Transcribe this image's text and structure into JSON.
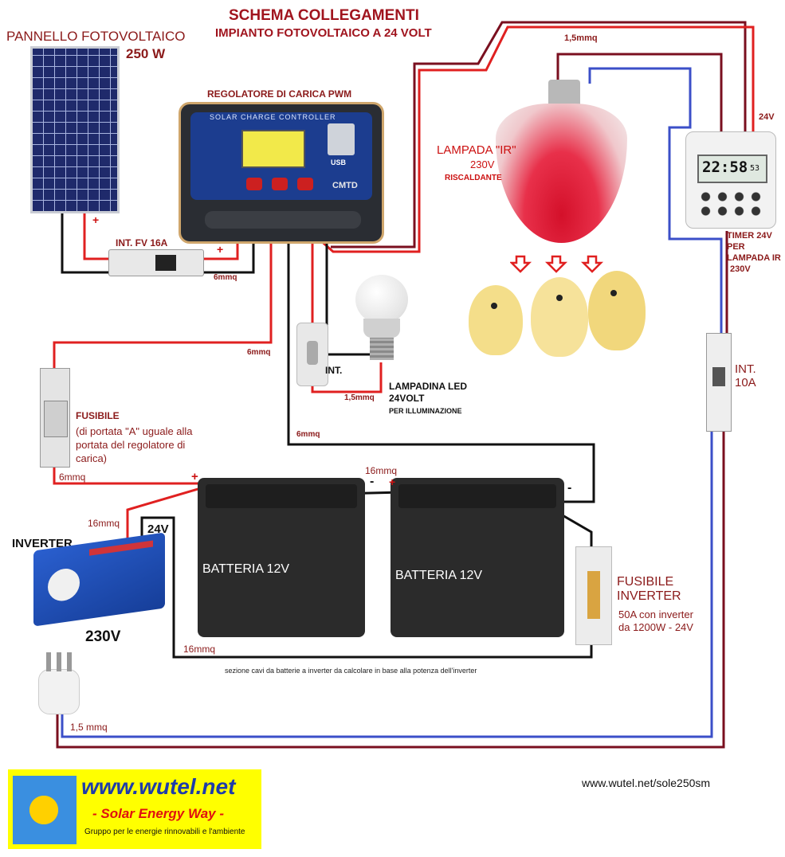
{
  "title": {
    "line1": "SCHEMA COLLEGAMENTI",
    "line2": "IMPIANTO FOTOVOLTAICO A 24 VOLT"
  },
  "panel": {
    "label": "PANNELLO FOTOVOLTAICO",
    "power": "250 W"
  },
  "controller": {
    "label": "REGOLATORE DI CARICA PWM",
    "screen_title": "SOLAR CHARGE CONTROLLER",
    "brand": "CMTD",
    "usb": "USB"
  },
  "switch_pv": {
    "label": "INT. FV 16A"
  },
  "lamp_ir": {
    "label": "LAMPADA \"IR\"",
    "voltage": "230V",
    "desc": "RISCALDANTE"
  },
  "timer": {
    "voltage": "24V",
    "label1": "TIMER 24V",
    "label2": "PER",
    "label3": "LAMPADA IR",
    "label4": "230V",
    "display": "22:58",
    "display_sec": "53"
  },
  "breaker": {
    "label1": "INT.",
    "label2": "10A"
  },
  "led": {
    "label1": "LAMPADINA LED",
    "label2": "24VOLT",
    "label3": "PER ILLUMINAZIONE"
  },
  "int_switch": {
    "label": "INT."
  },
  "fuse": {
    "label": "FUSIBILE",
    "desc1": "(di portata \"A\" uguale alla",
    "desc2": "portata del regolatore di",
    "desc3": "carica)"
  },
  "inverter": {
    "label": "INVERTER",
    "in_voltage": "24V",
    "out_voltage": "230V"
  },
  "batteries": [
    {
      "label": "BATTERIA 12V"
    },
    {
      "label": "BATTERIA 12V"
    }
  ],
  "fuse_inverter": {
    "label1": "FUSIBILE",
    "label2": "INVERTER",
    "desc1": "50A con inverter",
    "desc2": "da 1200W - 24V"
  },
  "wire_labels": {
    "ir_lamp": "1,5mmq",
    "pv": "6mmq",
    "controller_fuse": "6mmq",
    "led": "1,5mmq",
    "load": "6mmq",
    "fuse_battery": "6mmq",
    "battery_link": "16mmq",
    "inverter_pos": "16mmq",
    "inverter_neg": "16mmq",
    "plug": "1,5 mmq"
  },
  "polarity": {
    "plus": "+",
    "minus": "-"
  },
  "note": "sezione cavi da batterie a inverter  da calcolare in base alla potenza dell'inverter",
  "url": "www.wutel.net/sole250sm",
  "logo": {
    "site": "www.wutel.net",
    "slogan": "- Solar Energy Way -",
    "tagline": "Gruppo per le energie rinnovabili e l'ambiente"
  },
  "colors": {
    "wire_red": "#e02020",
    "wire_dark": "#7a0f1f",
    "wire_black": "#111111",
    "wire_blue": "#3b4fc8",
    "title": "#a0141e",
    "logo_bg": "#ffff00",
    "logo_blue": "#1e3caa"
  }
}
